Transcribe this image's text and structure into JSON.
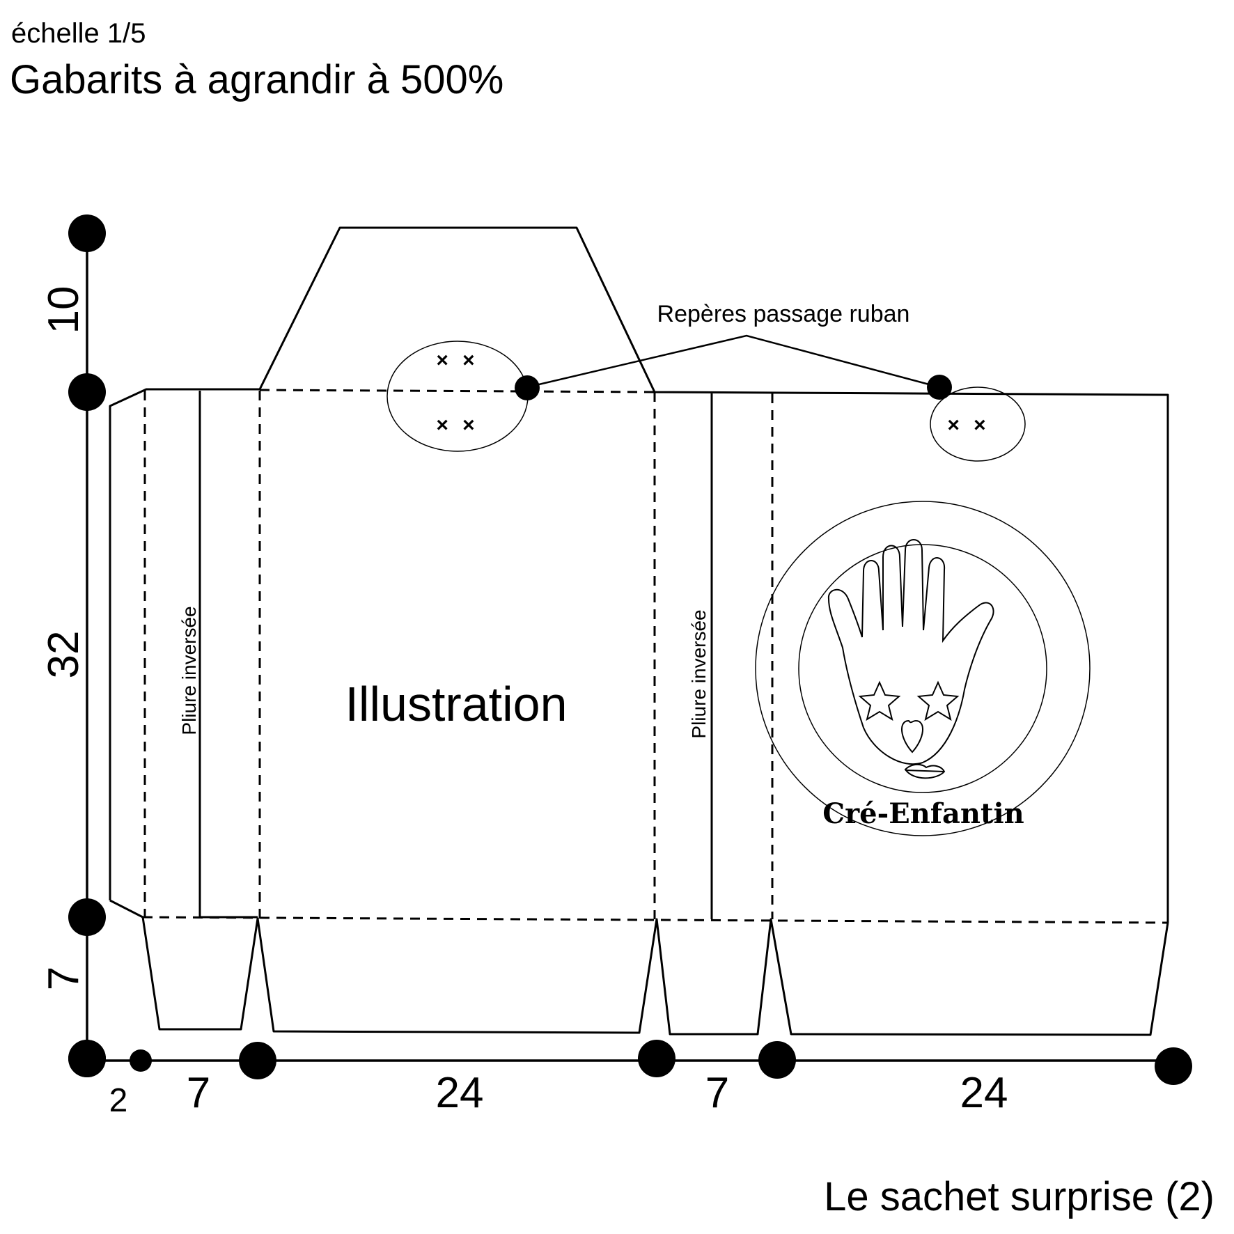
{
  "header": {
    "scale_note": "échelle 1/5",
    "title": "Gabarits à agrandir à 500%"
  },
  "footer": {
    "title": "Le sachet surprise (2)"
  },
  "labels": {
    "illustration": "Illustration",
    "pliure_left": "Pliure inversée",
    "pliure_right": "Pliure inversée",
    "ribbon_marks": "Repères passage ruban",
    "cross_marks_top": "× ×",
    "cross_marks_bottom": "× ×",
    "cross_marks_right": "× ×"
  },
  "dimensions": {
    "vertical": [
      "10",
      "32",
      "7"
    ],
    "horizontal": [
      "2",
      "7",
      "24",
      "7",
      "24"
    ]
  },
  "logo": {
    "text": "Cré-Enfantin",
    "icon": "hand-face-icon"
  }
}
